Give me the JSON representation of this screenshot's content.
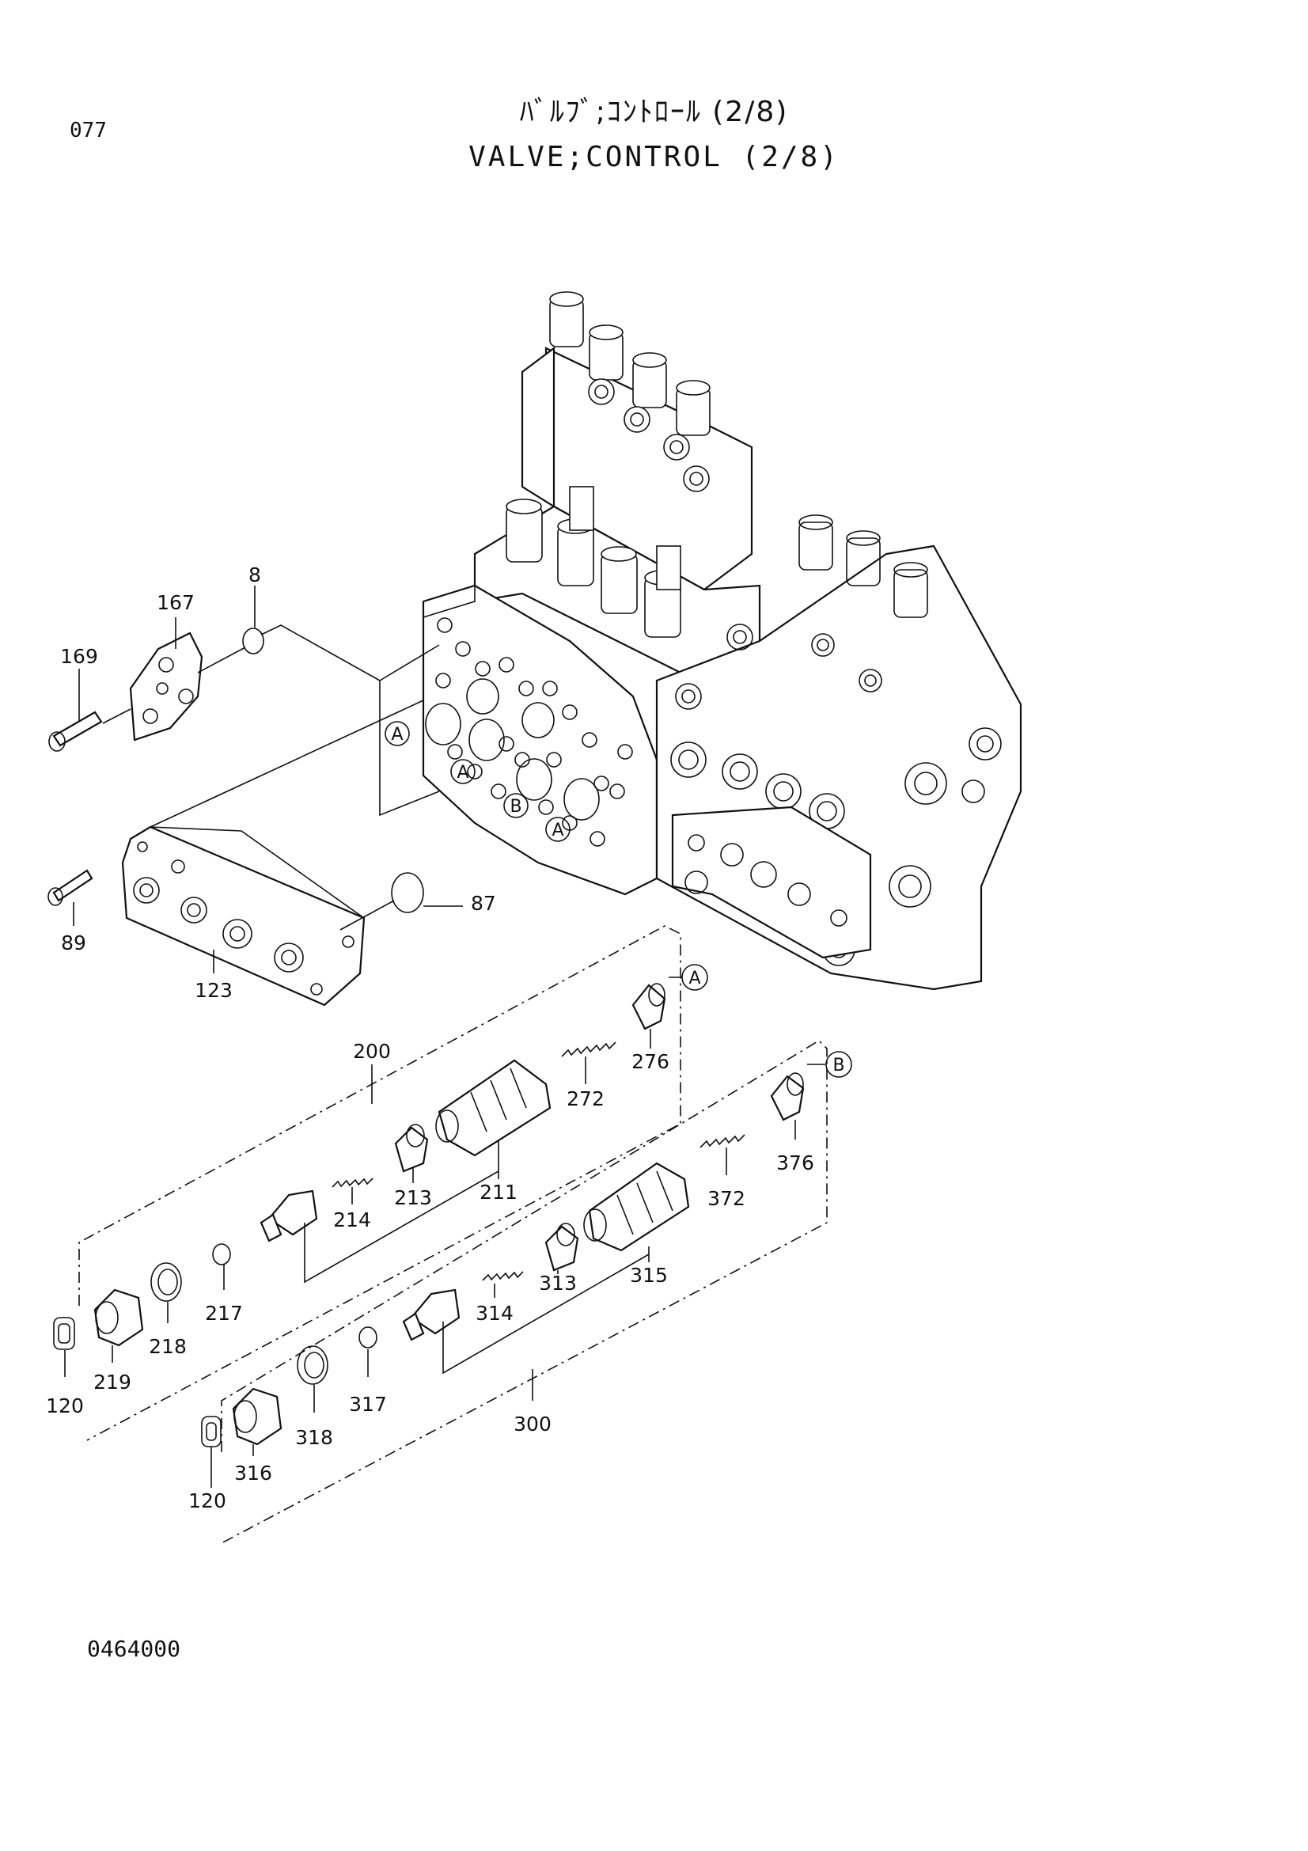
{
  "page": {
    "page_number": "077",
    "title_jp": "ﾊﾞﾙﾌﾞ;ｺﾝﾄﾛｰﾙ (2/8)",
    "title_en": "VALVE;CONTROL (2/8)",
    "figure_code": "0464000"
  },
  "callouts": {
    "p8": "8",
    "p167": "167",
    "p169": "169",
    "p87": "87",
    "p89": "89",
    "p123": "123",
    "p200": "200",
    "p276": "276",
    "p272": "272",
    "p213": "213",
    "p211": "211",
    "p214": "214",
    "p217": "217",
    "p218": "218",
    "p219": "219",
    "p120a": "120",
    "p376": "376",
    "p372": "372",
    "p313": "313",
    "p315": "315",
    "p314": "314",
    "p317": "317",
    "p318": "318",
    "p316": "316",
    "p120b": "120",
    "p300": "300"
  },
  "markers": {
    "a_top": "A",
    "b_top": "B",
    "a_body1": "A",
    "a_body2": "A",
    "b_body": "B",
    "a_body3": "A"
  }
}
